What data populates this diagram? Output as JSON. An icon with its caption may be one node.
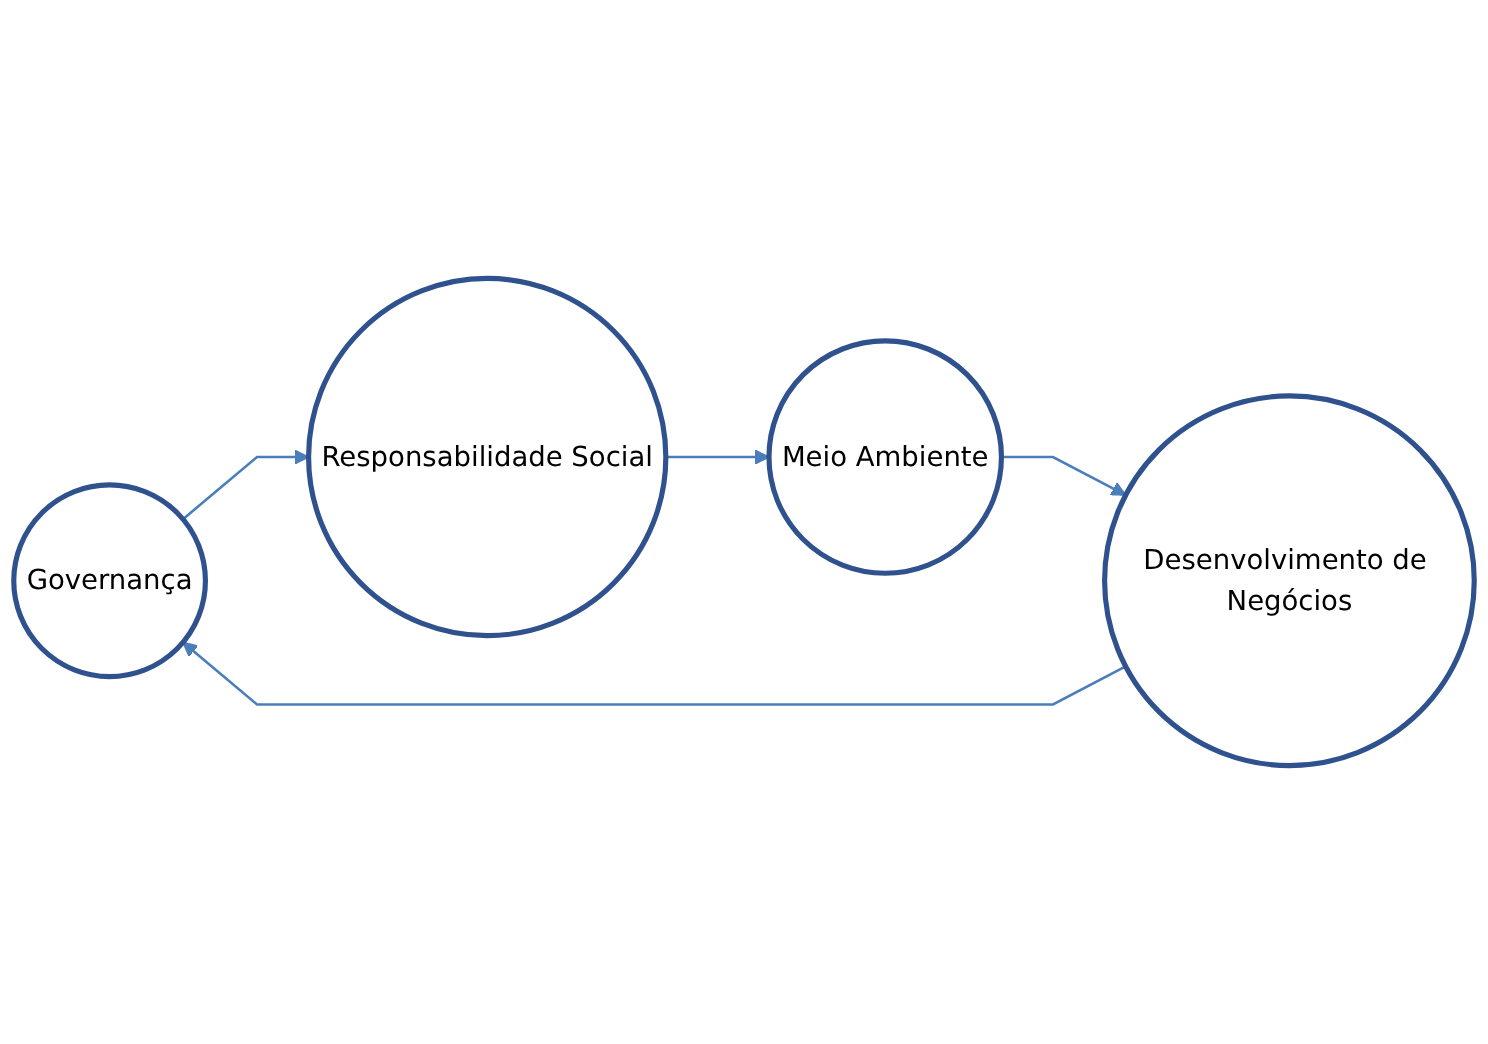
{
  "diagram": {
    "nodes": [
      {
        "text": [
          "Governança"
        ]
      },
      {
        "text": [
          "Desenvolvimento de Negócios"
        ]
      },
      {
        "text": [
          "Responsabilidade Social"
        ]
      },
      {
        "text": [
          "Meio Ambiente"
        ]
      }
    ],
    "edges": [
      {
        "from": 1,
        "to": 0,
        "arrow": "to"
      },
      {
        "from": 0,
        "to": 2,
        "arrow": "to"
      },
      {
        "from": 2,
        "to": 3,
        "arrow": "to"
      },
      {
        "from": 3,
        "to": 1,
        "arrow": "to"
      }
    ]
  }
}
